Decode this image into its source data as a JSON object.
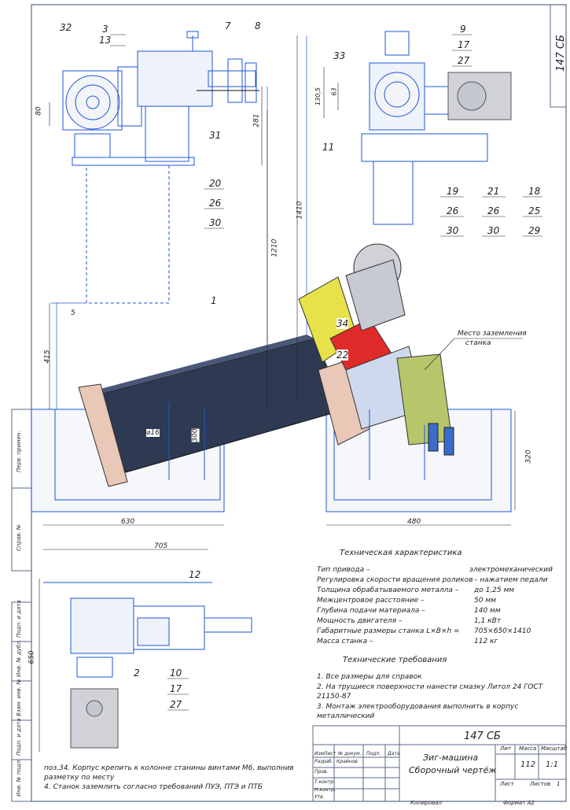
{
  "stamp_top": "147 СБ",
  "callouts": {
    "c32": "32",
    "c3": "3",
    "c13": "13",
    "c7": "7",
    "c8": "8",
    "c31": "31",
    "c20": "20",
    "c26a": "26",
    "c30a": "30",
    "c1": "1",
    "c9": "9",
    "c17a": "17",
    "c27a": "27",
    "c33": "33",
    "c11": "11",
    "c19": "19",
    "c26b": "26",
    "c30b": "30",
    "c21": "21",
    "c26c": "26",
    "c30c": "30",
    "c18": "18",
    "c25": "25",
    "c29": "29",
    "c34": "34",
    "c22": "22",
    "c12": "12",
    "c2": "2",
    "c10": "10",
    "c17b": "17",
    "c27b": "27"
  },
  "dimensions": {
    "d80": "80",
    "d281": "281",
    "d1210": "1210",
    "d1410": "1410",
    "d1305": "130,5",
    "d63": "63",
    "d5": "5",
    "d415": "415",
    "d16": "⌀16",
    "d300": "300",
    "d320": "320",
    "d630": "630",
    "d480": "480",
    "d705": "705",
    "d650": "650"
  },
  "grounding_note": {
    "line1": "Место заземления",
    "line2": "станка"
  },
  "spec": {
    "title": "Техническая характеристика",
    "rows": [
      {
        "k": "Тип привода            –",
        "v": "электромеханический"
      },
      {
        "k": "Регулировка скорости вращения роликов",
        "v": "– нажатием педали"
      },
      {
        "k": "Толщина обрабатываемого металла    –",
        "v": "до 1,25 мм"
      },
      {
        "k": "Межцентровое расстояние          –",
        "v": "50 мм"
      },
      {
        "k": "Глубина подачи материала        –",
        "v": "140 мм"
      },
      {
        "k": "Мощность двигателя          –",
        "v": "1,1 кВт"
      },
      {
        "k": "Габаритные размеры станка   L×B×h  =",
        "v": "705×650×1410"
      },
      {
        "k": "Масса станка           –",
        "v": "112 кг"
      }
    ]
  },
  "requirements": {
    "title": "Технические требования",
    "items": [
      "1. Все размеры для справок",
      "2. На трущиеся поверхности нанести смазку Литол 24 ГОСТ 21150-87",
      "3. Монтаж электрооборудования выполнить в корпус металлический"
    ]
  },
  "notes": {
    "n1": "поз.34. Корпус крепить к колонне станины винтами М6, выполнив разметку по месту",
    "n2": "4. Станок заземлить согласно требований  ПУЭ, ПТЭ и ПТБ"
  },
  "title_block": {
    "code": "147 СБ",
    "name1": "Зиг-машина",
    "name2": "Сборочный чертёж",
    "h_lit": "Лит",
    "h_mass": "Масса",
    "h_scale": "Масштаб",
    "mass": "112",
    "scale": "1:1",
    "sheet": "Лист",
    "sheets": "Листов",
    "sheets_val": "1",
    "h_izm": "Изм",
    "h_list": "Лист",
    "h_doc": "№ докум.",
    "h_sign": "Подп.",
    "h_date": "Дата",
    "r_razrab": "Разраб.",
    "r_prov": "Пров.",
    "r_tkontr": "Т.контр.",
    "r_nkontr": "Н.контр.",
    "r_utv": "Утв.",
    "author": "Крайнов",
    "copied": "Копировал",
    "format": "Формат   А2"
  },
  "side_fields": {
    "f1": "Перв. примен.",
    "f2": "Справ. №",
    "f3": "Подп. и дата",
    "f4": "Инв. № дубл.",
    "f5": "Взам. инв. №",
    "f6": "Подп. и дата",
    "f7": "Инв. № подл."
  },
  "colors": {
    "line": "#1e55d6",
    "frame": "#5a6a8a",
    "motor": "#d0d2d8",
    "beam": "#2e3a52",
    "yellow": "#e8e24a",
    "red": "#e12a2a",
    "plate": "#e9c8b8",
    "green": "#b7c66a"
  }
}
